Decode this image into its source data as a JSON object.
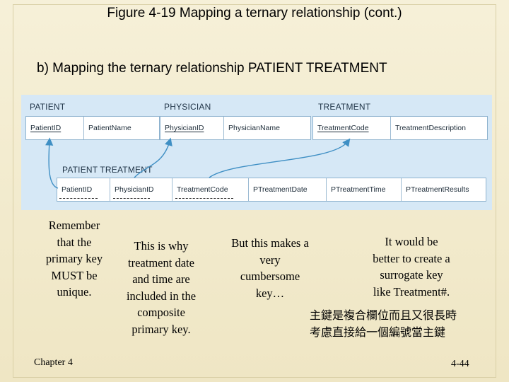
{
  "title": "Figure 4-19 Mapping a ternary relationship (cont.)",
  "subtitle": "b) Mapping the ternary relationship PATIENT TREATMENT",
  "diagram": {
    "tables": {
      "patient": {
        "name": "PATIENT",
        "fields": [
          "PatientID",
          "PatientName"
        ]
      },
      "physician": {
        "name": "PHYSICIAN",
        "fields": [
          "PhysicianID",
          "PhysicianName"
        ]
      },
      "treatment": {
        "name": "TREATMENT",
        "fields": [
          "TreatmentCode",
          "TreatmentDescription"
        ]
      },
      "patient_treatment": {
        "name": "PATIENT TREATMENT",
        "fields": [
          "PatientID",
          "PhysicianID",
          "TreatmentCode",
          "PTreatmentDate",
          "PTreatmentTime",
          "PTreatmentResults"
        ]
      }
    }
  },
  "notes": {
    "note1": [
      "Remember",
      "that the",
      "primary key",
      "MUST be",
      "unique."
    ],
    "note2": [
      "This is why",
      "treatment date",
      "and time are",
      "included in the",
      "composite",
      "primary key."
    ],
    "note3": [
      "But this makes a",
      "very",
      "cumbersome",
      "key…"
    ],
    "note4": [
      "It would be",
      "better to create a",
      "surrogate key",
      "like Treatment#."
    ],
    "chinese": [
      "主鍵是複合欄位而且又很長時",
      "考慮直接給一個編號當主鍵"
    ]
  },
  "footer": {
    "chapter": "Chapter 4",
    "page": "4-44"
  },
  "colors": {
    "panel": "#d6e8f6",
    "arrow": "#3f8fc4",
    "background": "#f2ebcf"
  }
}
